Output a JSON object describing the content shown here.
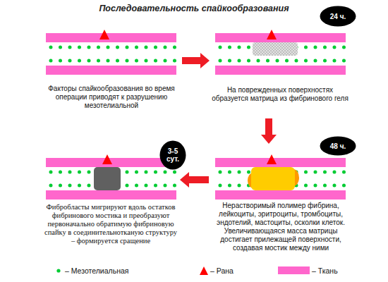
{
  "diagram": {
    "title": "Последовательность спайкообразования",
    "nodes": [
      {
        "text": [
          "Факторы спайкообразования во время операции приводят к разрушению мезотелиальной"
        ]
      },
      {
        "text": [
          "24 ч."
        ]
      },
      {
        "text": [
          "На поврежденных поверхностях образуется матрица из фибринового геля"
        ]
      },
      {
        "text": [
          "3-5 сут."
        ]
      },
      {
        "text": [
          "48 ч."
        ]
      },
      {
        "text": [
          "Фибробласты мигрируют вдоль остатков фибринового мостика и преобразуют первоначально обратимую фибриновую спайку в соединительнотканую структуру – формируется сращение"
        ]
      },
      {
        "text": [
          "Нерастворимый полимер фибрина, лейкоциты, эритроциты, тромбоциты, эндотелий, мастоциты, осколки клеток. Увеличивающаяся масса матрицы достигает прилежащей поверхности, создавая мостик между ними"
        ]
      }
    ],
    "edges": [
      {
        "from": 0,
        "to": 2,
        "arrow": "to"
      },
      {
        "from": 2,
        "to": 6,
        "arrow": "to"
      },
      {
        "from": 6,
        "to": 5,
        "arrow": "to"
      }
    ],
    "legend": [
      {
        "text": "– Мезотелиальная"
      },
      {
        "text": "– Рана"
      },
      {
        "text": "– Ткань",
        "color": "#ff66cc"
      }
    ]
  }
}
